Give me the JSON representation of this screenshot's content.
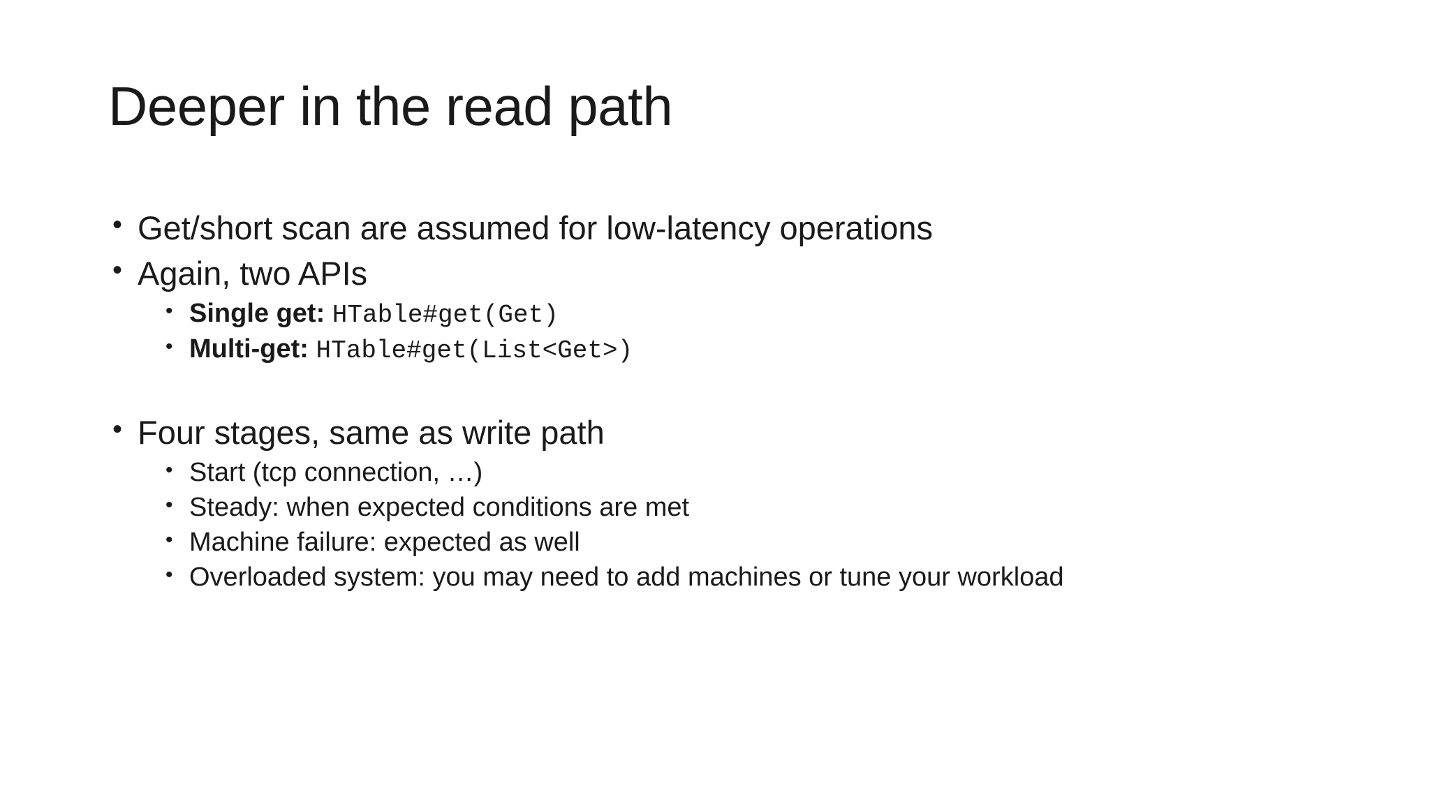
{
  "slide": {
    "title": "Deeper in the read path",
    "bullet_glyph": "•",
    "text_color": "#1a1a1a",
    "background_color": "#ffffff",
    "content": [
      {
        "level": 1,
        "text": "Get/short scan are assumed for low-latency operations"
      },
      {
        "level": 1,
        "text": "Again, two APIs"
      },
      {
        "level": 2,
        "label": "Single get:",
        "code": "HTable#get(Get)"
      },
      {
        "level": 2,
        "label": "Multi-get:",
        "code": "HTable#get(List<Get>)"
      },
      {
        "level": 1,
        "text": "Four stages, same as write path"
      },
      {
        "level": 2,
        "text": "Start (tcp connection, …)"
      },
      {
        "level": 2,
        "text": "Steady: when expected conditions are met"
      },
      {
        "level": 2,
        "text": "Machine failure: expected as well"
      },
      {
        "level": 2,
        "text": "Overloaded system: you may need to add machines or tune your workload"
      }
    ]
  }
}
